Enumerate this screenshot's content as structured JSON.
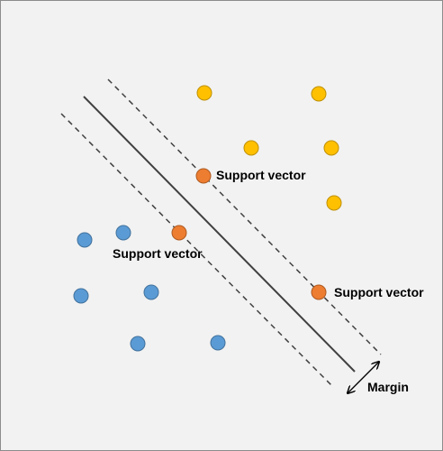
{
  "colors": {
    "background": "#f2f2f2",
    "border": "#8c8c8c",
    "class_a": "#ffc000",
    "class_a_stroke": "#bf9000",
    "class_b": "#5b9bd5",
    "class_b_stroke": "#41719c",
    "support": "#ed7d31",
    "support_stroke": "#ae5a21",
    "line": "#404040"
  },
  "labels": {
    "support_vector_1": "Support vector",
    "support_vector_2": "Support vector",
    "support_vector_3": "Support vector",
    "margin": "Margin"
  },
  "icons": {
    "margin_indicator": "double-arrow-icon"
  }
}
